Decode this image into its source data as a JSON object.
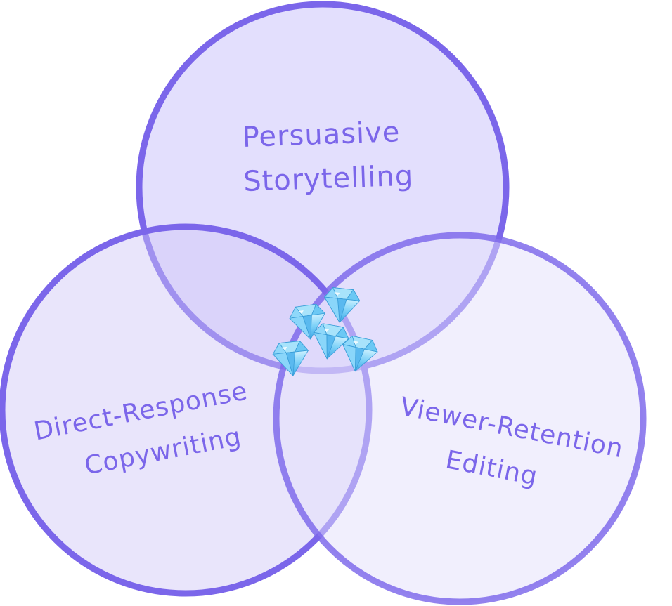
{
  "diagram": {
    "type": "venn",
    "colors": {
      "stroke": "#7b66ea",
      "fill_top": "#e3dffd",
      "fill_left": "#e9e6fc",
      "fill_right": "#f1effd",
      "overlap_tint": "#cfc6f7",
      "text": "#7b66ea",
      "gem_light": "#bfe9ff",
      "gem_mid": "#6cc7f5",
      "gem_dark": "#2f98dc"
    },
    "sets": [
      {
        "id": "top",
        "line1": "Persuasive",
        "line2": "Storytelling"
      },
      {
        "id": "left",
        "line1": "Direct-Response",
        "line2": "Copywriting"
      },
      {
        "id": "right",
        "line1": "Viewer-Retention",
        "line2": "Editing"
      }
    ],
    "center_icon": "gem-stones-icon",
    "center_icon_count": 5
  }
}
